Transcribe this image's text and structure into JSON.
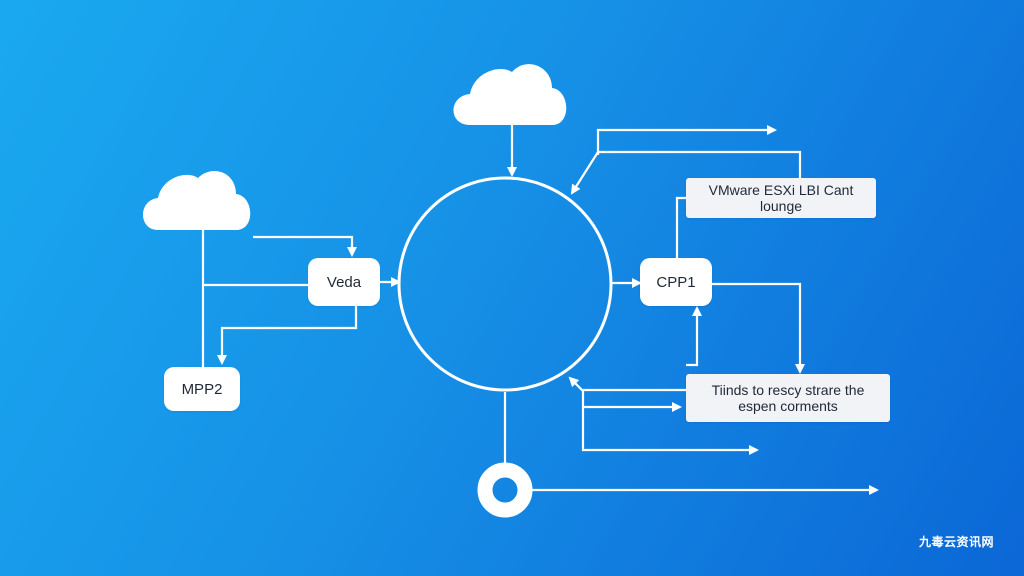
{
  "diagram": {
    "nodes": {
      "veda": "Veda",
      "cpp1": "CPP1",
      "mpp2": "MPP2",
      "vmware": "VMware ESXi LBI Cant lounge",
      "note_line1": "Tiinds to rescy strare the",
      "note_line2": "espen corments"
    }
  },
  "watermark": "九毒云资讯网",
  "colors": {
    "background_start": "#1aa9f0",
    "background_end": "#0b67d6",
    "stroke": "#ffffff",
    "box": "#ffffff"
  }
}
